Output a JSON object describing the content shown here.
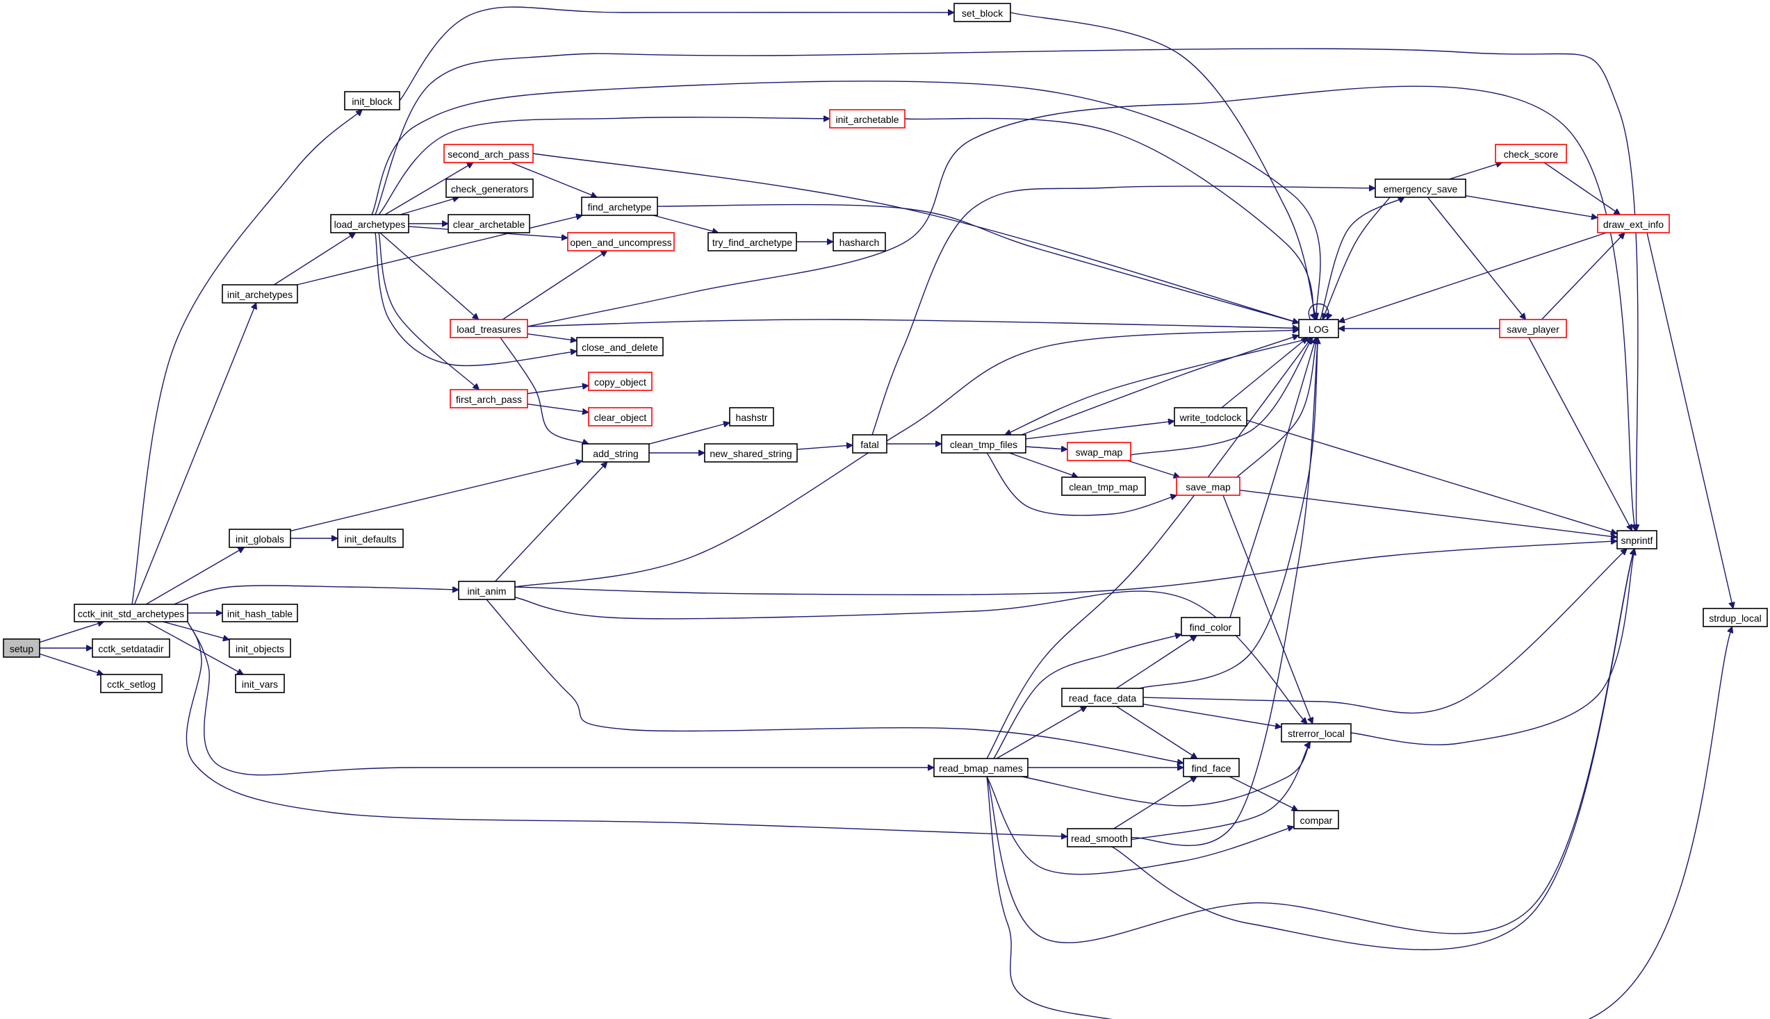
{
  "diagram": {
    "type": "call-graph",
    "colors": {
      "edge": "#191970",
      "node_border_default": "#000000",
      "node_border_truncated": "#ff0000",
      "node_fill_root": "#bfbfbf",
      "node_fill": "#ffffff"
    },
    "root": "setup",
    "nodes": [
      {
        "id": "setup",
        "label": "setup",
        "style": "root"
      },
      {
        "id": "cctk_init_std_archetypes",
        "label": "cctk_init_std_archetypes",
        "style": "default"
      },
      {
        "id": "cctk_setdatadir",
        "label": "cctk_setdatadir",
        "style": "default"
      },
      {
        "id": "cctk_setlog",
        "label": "cctk_setlog",
        "style": "default"
      },
      {
        "id": "init_hash_table",
        "label": "init_hash_table",
        "style": "default"
      },
      {
        "id": "init_objects",
        "label": "init_objects",
        "style": "default"
      },
      {
        "id": "init_vars",
        "label": "init_vars",
        "style": "default"
      },
      {
        "id": "init_block",
        "label": "init_block",
        "style": "default"
      },
      {
        "id": "init_archetypes",
        "label": "init_archetypes",
        "style": "default"
      },
      {
        "id": "load_archetypes",
        "label": "load_archetypes",
        "style": "default"
      },
      {
        "id": "init_globals",
        "label": "init_globals",
        "style": "default"
      },
      {
        "id": "init_defaults",
        "label": "init_defaults",
        "style": "default"
      },
      {
        "id": "init_anim",
        "label": "init_anim",
        "style": "default"
      },
      {
        "id": "set_block",
        "label": "set_block",
        "style": "default"
      },
      {
        "id": "init_archetable",
        "label": "init_archetable",
        "style": "truncated"
      },
      {
        "id": "second_arch_pass",
        "label": "second_arch_pass",
        "style": "truncated"
      },
      {
        "id": "check_generators",
        "label": "check_generators",
        "style": "default"
      },
      {
        "id": "clear_archetable",
        "label": "clear_archetable",
        "style": "default"
      },
      {
        "id": "find_archetype",
        "label": "find_archetype",
        "style": "default"
      },
      {
        "id": "open_and_uncompress",
        "label": "open_and_uncompress",
        "style": "truncated"
      },
      {
        "id": "try_find_archetype",
        "label": "try_find_archetype",
        "style": "default"
      },
      {
        "id": "hasharch",
        "label": "hasharch",
        "style": "default"
      },
      {
        "id": "load_treasures",
        "label": "load_treasures",
        "style": "truncated"
      },
      {
        "id": "close_and_delete",
        "label": "close_and_delete",
        "style": "default"
      },
      {
        "id": "first_arch_pass",
        "label": "first_arch_pass",
        "style": "truncated"
      },
      {
        "id": "copy_object",
        "label": "copy_object",
        "style": "truncated"
      },
      {
        "id": "clear_object",
        "label": "clear_object",
        "style": "truncated"
      },
      {
        "id": "add_string",
        "label": "add_string",
        "style": "default"
      },
      {
        "id": "hashstr",
        "label": "hashstr",
        "style": "default"
      },
      {
        "id": "new_shared_string",
        "label": "new_shared_string",
        "style": "default"
      },
      {
        "id": "fatal",
        "label": "fatal",
        "style": "default"
      },
      {
        "id": "clean_tmp_files",
        "label": "clean_tmp_files",
        "style": "default"
      },
      {
        "id": "clean_tmp_map",
        "label": "clean_tmp_map",
        "style": "default"
      },
      {
        "id": "swap_map",
        "label": "swap_map",
        "style": "truncated"
      },
      {
        "id": "save_map",
        "label": "save_map",
        "style": "truncated"
      },
      {
        "id": "write_todclock",
        "label": "write_todclock",
        "style": "default"
      },
      {
        "id": "LOG",
        "label": "LOG",
        "style": "default"
      },
      {
        "id": "emergency_save",
        "label": "emergency_save",
        "style": "default"
      },
      {
        "id": "check_score",
        "label": "check_score",
        "style": "truncated"
      },
      {
        "id": "draw_ext_info",
        "label": "draw_ext_info",
        "style": "truncated"
      },
      {
        "id": "save_player",
        "label": "save_player",
        "style": "truncated"
      },
      {
        "id": "snprintf",
        "label": "snprintf",
        "style": "default"
      },
      {
        "id": "strdup_local",
        "label": "strdup_local",
        "style": "default"
      },
      {
        "id": "find_color",
        "label": "find_color",
        "style": "default"
      },
      {
        "id": "read_face_data",
        "label": "read_face_data",
        "style": "default"
      },
      {
        "id": "strerror_local",
        "label": "strerror_local",
        "style": "default"
      },
      {
        "id": "read_bmap_names",
        "label": "read_bmap_names",
        "style": "default"
      },
      {
        "id": "find_face",
        "label": "find_face",
        "style": "default"
      },
      {
        "id": "compar",
        "label": "compar",
        "style": "default"
      },
      {
        "id": "read_smooth",
        "label": "read_smooth",
        "style": "default"
      }
    ],
    "edges": [
      [
        "setup",
        "cctk_init_std_archetypes"
      ],
      [
        "setup",
        "cctk_setdatadir"
      ],
      [
        "setup",
        "cctk_setlog"
      ],
      [
        "cctk_init_std_archetypes",
        "init_hash_table"
      ],
      [
        "cctk_init_std_archetypes",
        "init_objects"
      ],
      [
        "cctk_init_std_archetypes",
        "init_vars"
      ],
      [
        "cctk_init_std_archetypes",
        "init_block"
      ],
      [
        "cctk_init_std_archetypes",
        "init_archetypes"
      ],
      [
        "cctk_init_std_archetypes",
        "init_globals"
      ],
      [
        "cctk_init_std_archetypes",
        "init_anim"
      ],
      [
        "cctk_init_std_archetypes",
        "read_bmap_names"
      ],
      [
        "cctk_init_std_archetypes",
        "read_smooth"
      ],
      [
        "init_block",
        "set_block"
      ],
      [
        "init_archetypes",
        "load_archetypes"
      ],
      [
        "init_archetypes",
        "find_archetype"
      ],
      [
        "load_archetypes",
        "second_arch_pass"
      ],
      [
        "load_archetypes",
        "check_generators"
      ],
      [
        "load_archetypes",
        "clear_archetable"
      ],
      [
        "load_archetypes",
        "open_and_uncompress"
      ],
      [
        "load_archetypes",
        "load_treasures"
      ],
      [
        "load_archetypes",
        "close_and_delete"
      ],
      [
        "load_archetypes",
        "first_arch_pass"
      ],
      [
        "load_archetypes",
        "init_archetable"
      ],
      [
        "load_archetypes",
        "LOG"
      ],
      [
        "load_archetypes",
        "snprintf"
      ],
      [
        "second_arch_pass",
        "find_archetype"
      ],
      [
        "second_arch_pass",
        "LOG"
      ],
      [
        "find_archetype",
        "try_find_archetype"
      ],
      [
        "find_archetype",
        "LOG"
      ],
      [
        "try_find_archetype",
        "hasharch"
      ],
      [
        "load_treasures",
        "open_and_uncompress"
      ],
      [
        "load_treasures",
        "close_and_delete"
      ],
      [
        "load_treasures",
        "add_string"
      ],
      [
        "load_treasures",
        "LOG"
      ],
      [
        "load_treasures",
        "snprintf"
      ],
      [
        "first_arch_pass",
        "copy_object"
      ],
      [
        "first_arch_pass",
        "clear_object"
      ],
      [
        "init_globals",
        "add_string"
      ],
      [
        "init_globals",
        "init_defaults"
      ],
      [
        "init_anim",
        "add_string"
      ],
      [
        "init_anim",
        "LOG"
      ],
      [
        "init_anim",
        "snprintf"
      ],
      [
        "init_anim",
        "strerror_local"
      ],
      [
        "init_anim",
        "find_face"
      ],
      [
        "add_string",
        "hashstr"
      ],
      [
        "add_string",
        "new_shared_string"
      ],
      [
        "new_shared_string",
        "fatal"
      ],
      [
        "fatal",
        "clean_tmp_files"
      ],
      [
        "fatal",
        "emergency_save"
      ],
      [
        "clean_tmp_files",
        "LOG"
      ],
      [
        "clean_tmp_files",
        "write_todclock"
      ],
      [
        "clean_tmp_files",
        "swap_map"
      ],
      [
        "clean_tmp_files",
        "clean_tmp_map"
      ],
      [
        "clean_tmp_files",
        "save_map"
      ],
      [
        "swap_map",
        "save_map"
      ],
      [
        "swap_map",
        "LOG"
      ],
      [
        "save_map",
        "LOG"
      ],
      [
        "save_map",
        "snprintf"
      ],
      [
        "save_map",
        "strerror_local"
      ],
      [
        "write_todclock",
        "LOG"
      ],
      [
        "write_todclock",
        "snprintf"
      ],
      [
        "LOG",
        "emergency_save"
      ],
      [
        "LOG",
        "clean_tmp_files"
      ],
      [
        "LOG",
        "LOG"
      ],
      [
        "emergency_save",
        "LOG"
      ],
      [
        "emergency_save",
        "check_score"
      ],
      [
        "emergency_save",
        "draw_ext_info"
      ],
      [
        "emergency_save",
        "save_player"
      ],
      [
        "check_score",
        "draw_ext_info"
      ],
      [
        "draw_ext_info",
        "LOG"
      ],
      [
        "draw_ext_info",
        "strdup_local"
      ],
      [
        "save_player",
        "LOG"
      ],
      [
        "save_player",
        "draw_ext_info"
      ],
      [
        "save_player",
        "snprintf"
      ],
      [
        "set_block",
        "LOG"
      ],
      [
        "init_archetable",
        "LOG"
      ],
      [
        "read_bmap_names",
        "find_face"
      ],
      [
        "read_bmap_names",
        "read_face_data"
      ],
      [
        "read_bmap_names",
        "find_color"
      ],
      [
        "read_bmap_names",
        "strerror_local"
      ],
      [
        "read_bmap_names",
        "LOG"
      ],
      [
        "read_bmap_names",
        "compar"
      ],
      [
        "read_bmap_names",
        "snprintf"
      ],
      [
        "read_bmap_names",
        "strdup_local"
      ],
      [
        "read_face_data",
        "find_color"
      ],
      [
        "read_face_data",
        "find_face"
      ],
      [
        "read_face_data",
        "strerror_local"
      ],
      [
        "read_face_data",
        "LOG"
      ],
      [
        "read_face_data",
        "snprintf"
      ],
      [
        "find_color",
        "LOG"
      ],
      [
        "find_face",
        "compar"
      ],
      [
        "read_smooth",
        "find_face"
      ],
      [
        "read_smooth",
        "strerror_local"
      ],
      [
        "read_smooth",
        "LOG"
      ],
      [
        "read_smooth",
        "snprintf"
      ],
      [
        "strerror_local",
        "snprintf"
      ]
    ]
  }
}
